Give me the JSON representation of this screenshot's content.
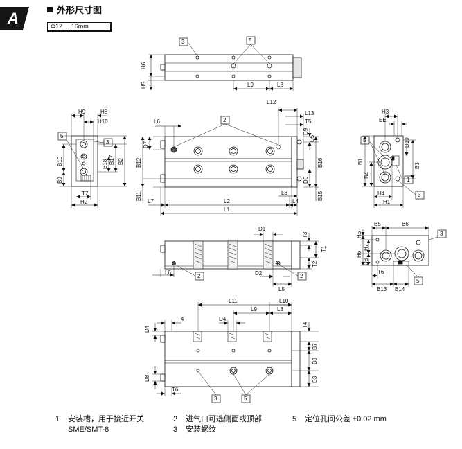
{
  "header": {
    "badge": "A",
    "title": "外形尺寸图",
    "size_range": "Φ12 ... 16mm"
  },
  "dims": {
    "H6": "H6",
    "H5": "H5",
    "L9": "L9",
    "L8": "L8",
    "L12": "L12",
    "L13": "L13",
    "T5": "T5",
    "L6": "L6",
    "D7": "D7",
    "B12": "B12",
    "B11": "B11",
    "L7": "L7",
    "L2": "L2",
    "L1": "L1",
    "L3": "L3",
    "L4": "L4",
    "D9": "D9",
    "D5": "D5",
    "B16": "B16",
    "D6": "D6",
    "B15": "B15",
    "H9": "H9",
    "H8": "H8",
    "H10": "H10",
    "B10": "B10",
    "B18": "B18",
    "B17": "B17",
    "B2": "B2",
    "B9": "B9",
    "T7": "T7",
    "H2": "H2",
    "H3": "H3",
    "EE": "EE",
    "D10": "D10",
    "B1": "B1",
    "B4": "B4",
    "B3": "B3",
    "H4": "H4",
    "H1": "H1",
    "D1": "D1",
    "T3": "T3",
    "T1": "T1",
    "T2": "T2",
    "D2": "D2",
    "L5": "L5",
    "B5": "B5",
    "B6": "B6",
    "H7": "H7",
    "D8": "D8",
    "T6": "T6",
    "B13": "B13",
    "B14": "B14",
    "L11": "L11",
    "L10": "L10",
    "T4": "T4",
    "D4": "D4",
    "B7": "B7",
    "B8": "B8",
    "D3": "D3"
  },
  "callouts": {
    "c1": "1",
    "c2": "2",
    "c3": "3",
    "c5": "5"
  },
  "legend": [
    {
      "num": "1",
      "text": "安装槽，用于接近开关",
      "text2": "SME/SMT-8"
    },
    {
      "num": "2",
      "text": "进气口可选侧面或顶部",
      "text2": ""
    },
    {
      "num": "3",
      "text": "安装螺纹",
      "text2": ""
    },
    {
      "num": "5",
      "text": "定位孔间公差 ±0.02 mm",
      "text2": ""
    }
  ]
}
